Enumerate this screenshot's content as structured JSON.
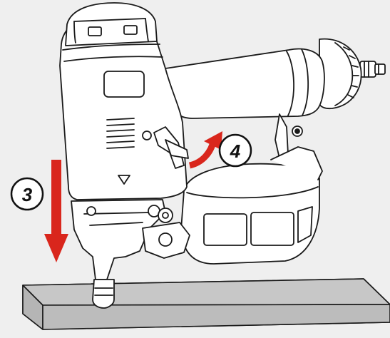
{
  "colors": {
    "background": "#efefef",
    "outline": "#1a1a1a",
    "body_fill": "#ffffff",
    "accent_red": "#d9261c",
    "board_fill": "#cfcfcf"
  },
  "steps": {
    "press": {
      "number": "3",
      "direction": "down",
      "icon": "press-down-arrow"
    },
    "release": {
      "number": "4",
      "direction": "up-right",
      "icon": "release-curved-arrow"
    }
  },
  "icons": {
    "tool": "coil-nailer-icon",
    "surface": "wood-board-icon"
  }
}
